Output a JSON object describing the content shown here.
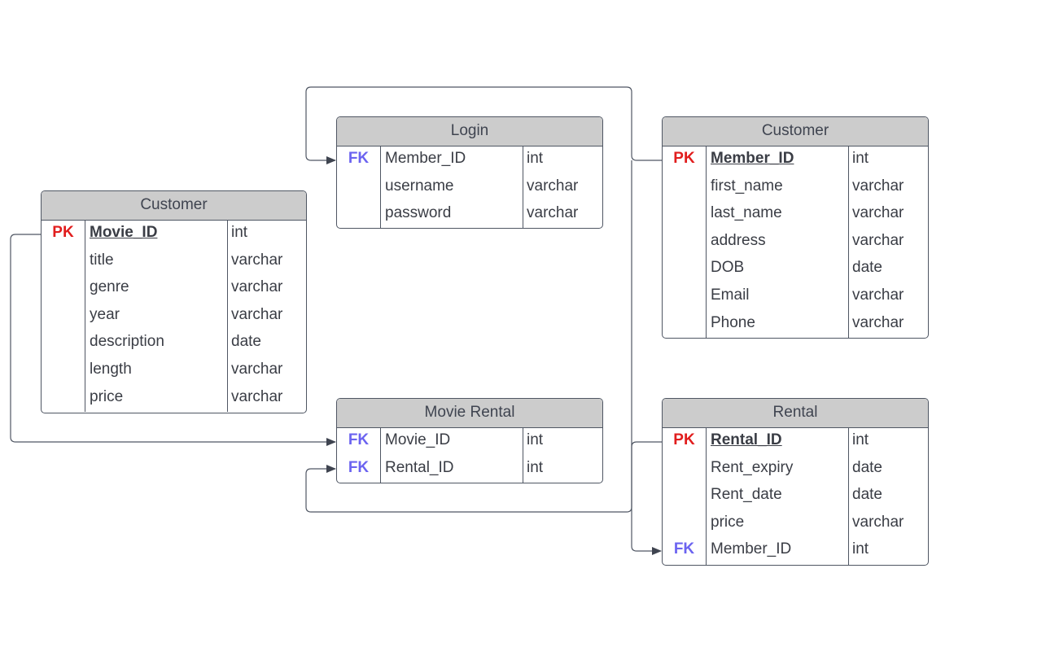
{
  "entities": [
    {
      "id": "customer-movie",
      "title": "Customer",
      "fields": [
        {
          "key": "PK",
          "name": "Movie_ID",
          "type": "int"
        },
        {
          "key": "",
          "name": "title",
          "type": "varchar"
        },
        {
          "key": "",
          "name": "genre",
          "type": "varchar"
        },
        {
          "key": "",
          "name": "year",
          "type": "varchar"
        },
        {
          "key": "",
          "name": "description",
          "type": "date"
        },
        {
          "key": "",
          "name": "length",
          "type": "varchar"
        },
        {
          "key": "",
          "name": "price",
          "type": "varchar"
        }
      ]
    },
    {
      "id": "login",
      "title": "Login",
      "fields": [
        {
          "key": "FK",
          "name": "Member_ID",
          "type": "int"
        },
        {
          "key": "",
          "name": "username",
          "type": "varchar"
        },
        {
          "key": "",
          "name": "password",
          "type": "varchar"
        }
      ]
    },
    {
      "id": "customer-member",
      "title": "Customer",
      "fields": [
        {
          "key": "PK",
          "name": "Member_ID",
          "type": "int"
        },
        {
          "key": "",
          "name": "first_name",
          "type": "varchar"
        },
        {
          "key": "",
          "name": "last_name",
          "type": "varchar"
        },
        {
          "key": "",
          "name": "address",
          "type": "varchar"
        },
        {
          "key": "",
          "name": "DOB",
          "type": "date"
        },
        {
          "key": "",
          "name": "Email",
          "type": "varchar"
        },
        {
          "key": "",
          "name": "Phone",
          "type": "varchar"
        }
      ]
    },
    {
      "id": "movie-rental",
      "title": "Movie Rental",
      "fields": [
        {
          "key": "FK",
          "name": "Movie_ID",
          "type": "int"
        },
        {
          "key": "FK",
          "name": "Rental_ID",
          "type": "int"
        }
      ]
    },
    {
      "id": "rental",
      "title": "Rental",
      "fields": [
        {
          "key": "PK",
          "name": "Rental_ID",
          "type": "int"
        },
        {
          "key": "",
          "name": "Rent_expiry",
          "type": "date"
        },
        {
          "key": "",
          "name": "Rent_date",
          "type": "date"
        },
        {
          "key": "",
          "name": "price",
          "type": "varchar"
        },
        {
          "key": "FK",
          "name": "Member_ID",
          "type": "int"
        }
      ]
    }
  ],
  "relationships": [
    {
      "from": "customer-member.Member_ID",
      "to": "login.Member_ID"
    },
    {
      "from": "customer-movie.Movie_ID",
      "to": "movie-rental.Movie_ID"
    },
    {
      "from": "rental.Rental_ID",
      "to": "movie-rental.Rental_ID"
    },
    {
      "from": "customer-member.Member_ID",
      "to": "rental.Member_ID"
    }
  ]
}
